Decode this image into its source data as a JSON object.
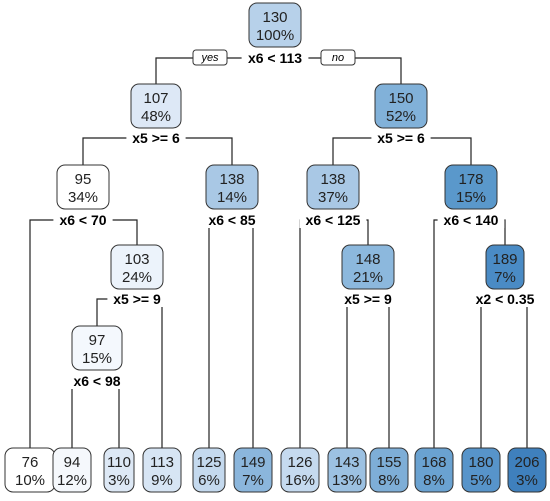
{
  "edge_labels": {
    "yes": "yes",
    "no": "no"
  },
  "colors": {
    "low": "#ffffff",
    "high": "#4a87bd",
    "border": "#333333",
    "edge": "#222222"
  },
  "nodes": [
    {
      "id": "n1",
      "value": "130",
      "pct": "100%",
      "split": "x6 < 113",
      "color": "#b7d1ea"
    },
    {
      "id": "n2",
      "value": "107",
      "pct": "48%",
      "split": "x5 >= 6",
      "color": "#dde8f6"
    },
    {
      "id": "n3",
      "value": "150",
      "pct": "52%",
      "split": "x5 >= 6",
      "color": "#81b1d9"
    },
    {
      "id": "n4",
      "value": "95",
      "pct": "34%",
      "split": "x6 < 70",
      "color": "#ffffff"
    },
    {
      "id": "n5",
      "value": "138",
      "pct": "14%",
      "split": "x6 < 85",
      "color": "#a9c8e5"
    },
    {
      "id": "n6",
      "value": "138",
      "pct": "37%",
      "split": "x6 < 125",
      "color": "#a9c8e5"
    },
    {
      "id": "n7",
      "value": "178",
      "pct": "15%",
      "split": "x6 < 140",
      "color": "#5a98cb"
    },
    {
      "id": "n8",
      "value": "103",
      "pct": "24%",
      "split": "x5 >= 9",
      "color": "#ecf3fb"
    },
    {
      "id": "n9",
      "value": "148",
      "pct": "21%",
      "split": "x5 >= 9",
      "color": "#8cb8dd"
    },
    {
      "id": "n10",
      "value": "189",
      "pct": "7%",
      "split": "x2 < 0.35",
      "color": "#4a8bc5"
    },
    {
      "id": "n11",
      "value": "97",
      "pct": "15%",
      "split": "x6 < 98",
      "color": "#f4f8fd"
    },
    {
      "id": "l1",
      "value": "76",
      "pct": "10%",
      "split": "",
      "color": "#ffffff"
    },
    {
      "id": "l2",
      "value": "94",
      "pct": "12%",
      "split": "",
      "color": "#f5f8fc"
    },
    {
      "id": "l3",
      "value": "110",
      "pct": "3%",
      "split": "",
      "color": "#dde8f5"
    },
    {
      "id": "l4",
      "value": "113",
      "pct": "9%",
      "split": "",
      "color": "#d7e5f4"
    },
    {
      "id": "l5",
      "value": "125",
      "pct": "6%",
      "split": "",
      "color": "#c4d9ee"
    },
    {
      "id": "l6",
      "value": "149",
      "pct": "7%",
      "split": "",
      "color": "#8bb6dc"
    },
    {
      "id": "l7",
      "value": "126",
      "pct": "16%",
      "split": "",
      "color": "#c5daef"
    },
    {
      "id": "l8",
      "value": "143",
      "pct": "13%",
      "split": "",
      "color": "#9cc1e2"
    },
    {
      "id": "l9",
      "value": "155",
      "pct": "8%",
      "split": "",
      "color": "#7eaed7"
    },
    {
      "id": "l10",
      "value": "168",
      "pct": "8%",
      "split": "",
      "color": "#6aa2d1"
    },
    {
      "id": "l11",
      "value": "180",
      "pct": "5%",
      "split": "",
      "color": "#5794ca"
    },
    {
      "id": "l12",
      "value": "206",
      "pct": "3%",
      "split": "",
      "color": "#3f80bd"
    }
  ]
}
